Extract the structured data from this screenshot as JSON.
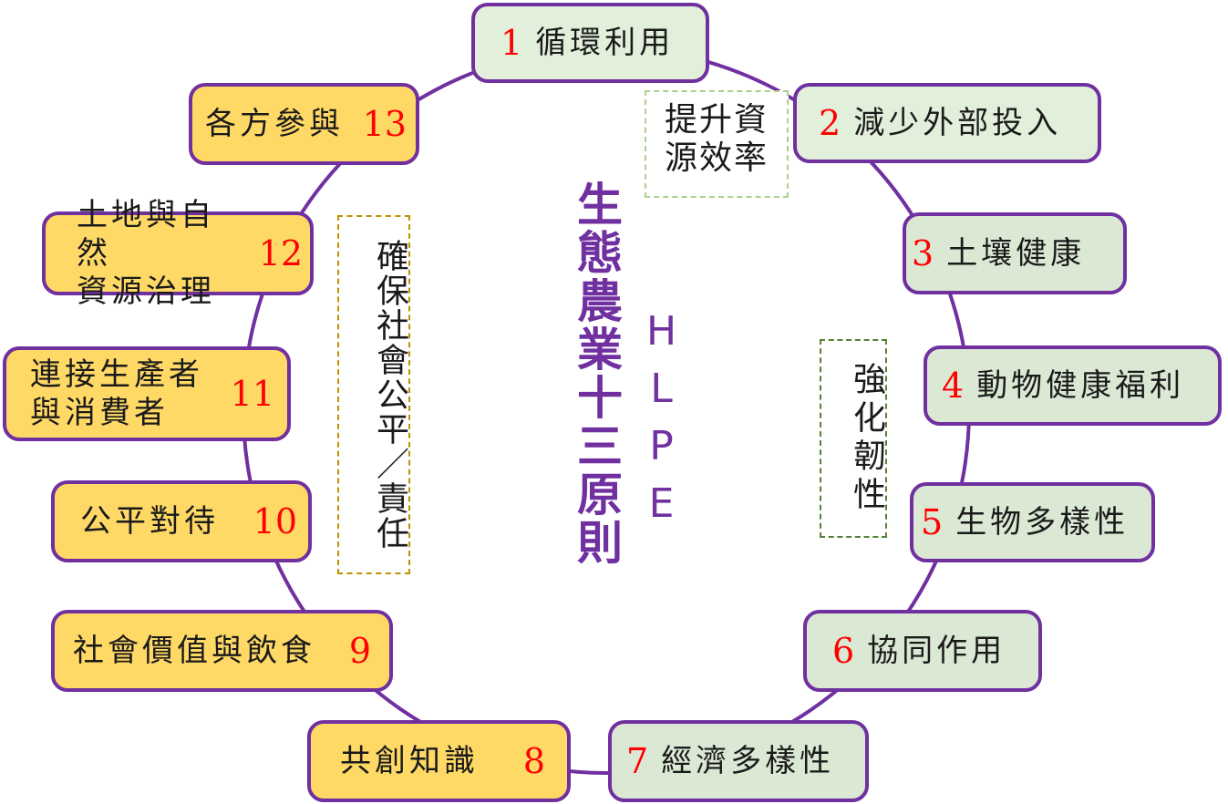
{
  "title": "生態農業十三原則",
  "subtitle": "HLPE",
  "colors": {
    "ring": "#7030a0",
    "number": "#ff0000",
    "green_box": "#dbe8d4",
    "orange_box": "#ffd966",
    "title": "#7030a0"
  },
  "principles": [
    {
      "num": "1",
      "label": "循環利用"
    },
    {
      "num": "2",
      "label": "減少外部投入"
    },
    {
      "num": "3",
      "label": "土壤健康"
    },
    {
      "num": "4",
      "label": "動物健康福利"
    },
    {
      "num": "5",
      "label": "生物多樣性"
    },
    {
      "num": "6",
      "label": "協同作用"
    },
    {
      "num": "7",
      "label": "經濟多樣性"
    },
    {
      "num": "8",
      "label": "共創知識"
    },
    {
      "num": "9",
      "label": "社會價值與飲食"
    },
    {
      "num": "10",
      "label": "公平對待"
    },
    {
      "num": "11",
      "label": "連接生產者\n與消費者"
    },
    {
      "num": "12",
      "label": "土地與自然\n資源治理"
    },
    {
      "num": "13",
      "label": "各方參與"
    }
  ],
  "groups": {
    "efficiency": "提升資\n源效率",
    "resilience": "強化韌性",
    "equity": "確保社會公平／責任"
  }
}
